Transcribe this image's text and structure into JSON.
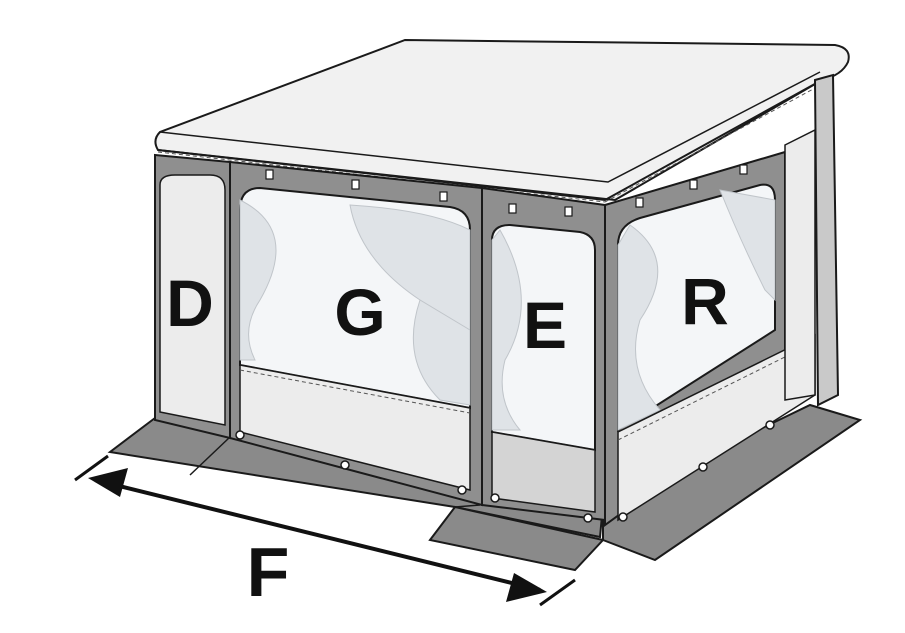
{
  "labels": {
    "d": "D",
    "g": "G",
    "e": "E",
    "r": "R",
    "f": "F"
  },
  "colors": {
    "frame": "#8f8f8f",
    "frame_dark": "#6e6e6e",
    "panel_light": "#ececec",
    "window": "#f4f6f8",
    "curtain": "#dfe3e7",
    "roof": "#f1f1f1",
    "floor": "#8a8a8a",
    "outline": "#1a1a1a"
  }
}
